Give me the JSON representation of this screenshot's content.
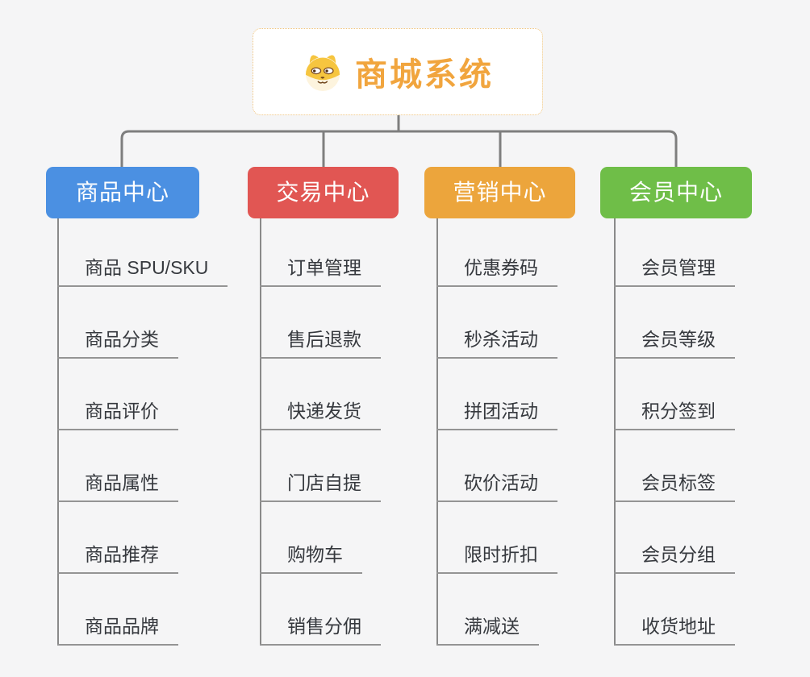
{
  "root": {
    "title": "商城系统",
    "title_color": "#F1A53E",
    "border_color": "#EFC37D",
    "bg": "#FFFFFF",
    "icon": "shiba-dog-icon"
  },
  "branches": [
    {
      "label": "商品中心",
      "color": "#4B90E2",
      "items": [
        "商品 SPU/SKU",
        "商品分类",
        "商品评价",
        "商品属性",
        "商品推荐",
        "商品品牌"
      ]
    },
    {
      "label": "交易中心",
      "color": "#E15653",
      "items": [
        "订单管理",
        "售后退款",
        "快递发货",
        "门店自提",
        "购物车",
        "销售分佣"
      ]
    },
    {
      "label": "营销中心",
      "color": "#ECA53C",
      "items": [
        "优惠券码",
        "秒杀活动",
        "拼团活动",
        "砍价活动",
        "限时折扣",
        "满减送"
      ]
    },
    {
      "label": "会员中心",
      "color": "#6FBE48",
      "items": [
        "会员管理",
        "会员等级",
        "积分签到",
        "会员标签",
        "会员分组",
        "收货地址"
      ]
    }
  ],
  "connectors": {
    "color": "#7E7E7E",
    "spine_color": "#8A8A8A"
  }
}
